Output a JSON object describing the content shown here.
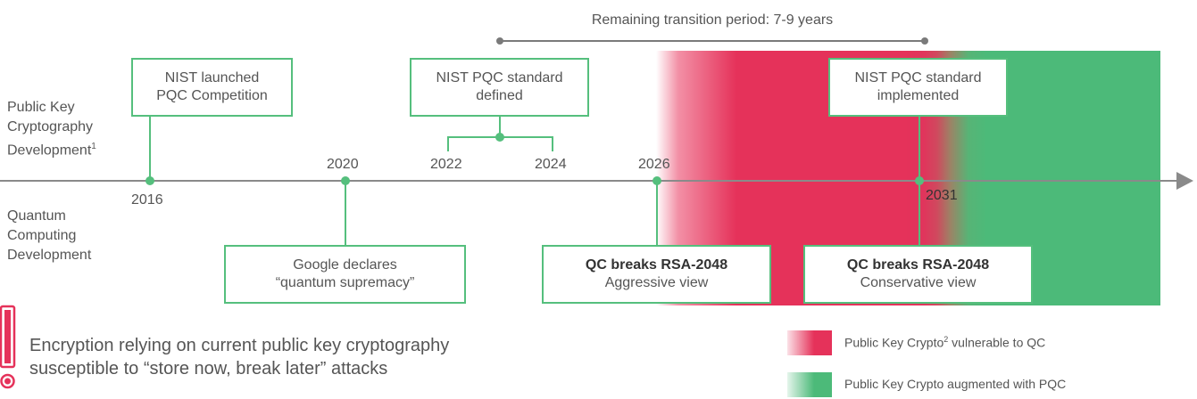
{
  "transition": {
    "label": "Remaining transition period: 7-9 years"
  },
  "left_labels": {
    "top": [
      "Public Key",
      "Cryptography",
      "Development"
    ],
    "top_sup": "1",
    "bottom": [
      "Quantum",
      "Computing",
      "Development"
    ]
  },
  "years": {
    "y2016": "2016",
    "y2020": "2020",
    "y2022": "2022",
    "y2024": "2024",
    "y2026": "2026",
    "y2031": "2031"
  },
  "events_top": [
    {
      "line1": "NIST launched",
      "line2": "PQC Competition"
    },
    {
      "line1": "NIST PQC standard",
      "line2": "defined"
    },
    {
      "line1": "NIST PQC standard",
      "line2": "implemented"
    }
  ],
  "events_bottom": [
    {
      "line1": "Google declares",
      "line2": "“quantum supremacy”"
    },
    {
      "line1": "QC breaks RSA-2048",
      "line2": "Aggressive view"
    },
    {
      "line1": "QC breaks RSA-2048",
      "line2": "Conservative view"
    }
  ],
  "warning": {
    "line1": "Encryption relying on current public key cryptography",
    "line2": "susceptible to “store now, break later” attacks"
  },
  "legend": [
    {
      "pre": "Public Key Crypto",
      "sup": "2",
      "post": " vulnerable to QC",
      "color": "#e5325a"
    },
    {
      "pre": "Public Key Crypto augmented with PQC",
      "sup": "",
      "post": "",
      "color": "#4cba79"
    }
  ],
  "colors": {
    "accent_green": "#55bf7d",
    "vulnerable_red": "#e5325a",
    "pqc_green": "#4cba79",
    "warning_red": "#e5325a",
    "axis": "#8a8a8a"
  }
}
